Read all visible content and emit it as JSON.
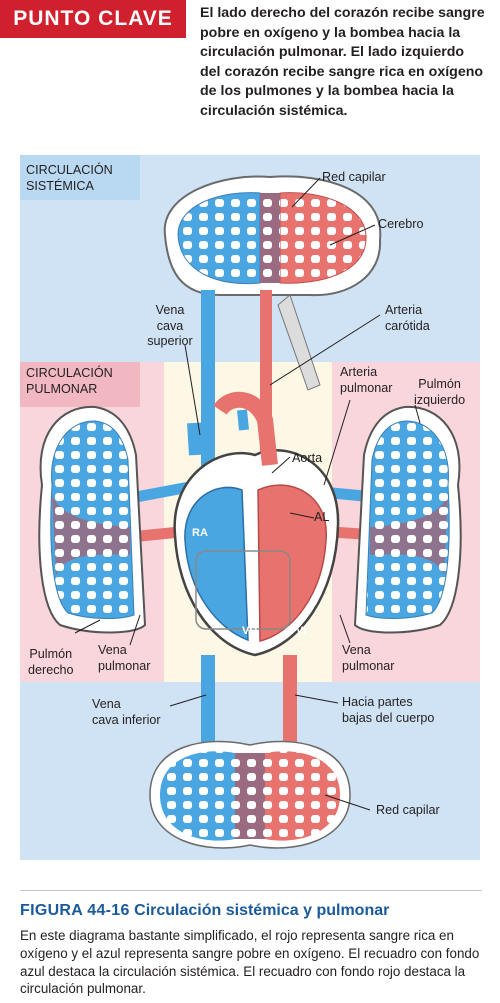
{
  "key": {
    "tag": "PUNTO CLAVE",
    "lines": [
      "El lado derecho del corazón recibe sangre",
      "pobre en oxígeno y la bombea hacia la",
      "circulación pulmonar. El lado izquierdo",
      "del corazón recibe sangre rica en oxígeno",
      "de los pulmones y la bombea hacia la",
      "circulación sistémica."
    ]
  },
  "diagram": {
    "box_systemic": [
      "CIRCULACIÓN",
      "SISTÉMICA"
    ],
    "box_pulmonary": [
      "CIRCULACIÓN",
      "PULMONAR"
    ],
    "labels": {
      "red_capilar_top": "Red capilar",
      "cerebro": "Cerebro",
      "vena_cava_superior": [
        "Vena",
        "cava",
        "superior"
      ],
      "arteria_carotida": [
        "Arteria",
        "carótida"
      ],
      "arteria_pulmonar": [
        "Arteria",
        "pulmonar"
      ],
      "pulmon_izquierdo": [
        "Pulmón",
        "izquierdo"
      ],
      "aorta": "Aorta",
      "al": "AL",
      "ra": "RA",
      "vd": "VD",
      "vi": "VI",
      "pulmon_derecho": [
        "Pulmón",
        "derecho"
      ],
      "vena_pulmonar_left": [
        "Vena",
        "pulmonar"
      ],
      "vena_pulmonar_right": [
        "Vena",
        "pulmonar"
      ],
      "vena_cava_inferior": [
        "Vena",
        "cava inferior"
      ],
      "hacia_partes": [
        "Hacia partes",
        "bajas del cuerpo"
      ],
      "red_capilar_bottom": "Red capilar"
    }
  },
  "caption": {
    "figure_number": "FIGURA 44-16",
    "figure_title": "Circulación sistémica y pulmonar",
    "body": "En este diagrama bastante simplificado, el rojo representa sangre rica en oxígeno y el azul representa sangre pobre en oxígeno. El recuadro con fondo azul destaca la circulación sistémica. El recuadro con fondo rojo destaca la circulación pulmonar."
  },
  "colors": {
    "accent_red": "#d0202e",
    "systemic_bg": "#cfe3f4",
    "pulmonary_bg": "#f8d6dc",
    "oxygen_rich": "#e8736e",
    "oxygen_poor": "#4aa6e0",
    "title_blue": "#1a5a9a"
  }
}
